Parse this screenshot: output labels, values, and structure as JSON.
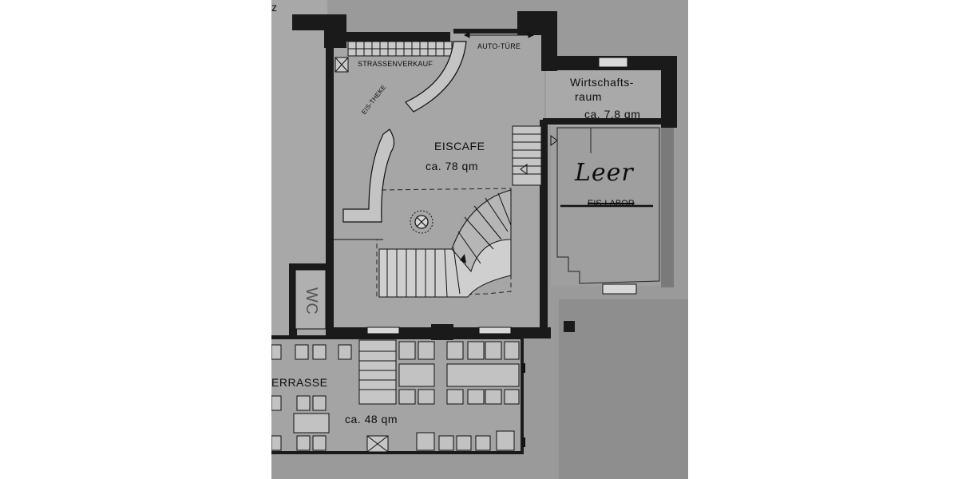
{
  "labels": {
    "corner_fragment": "z",
    "strassenverkauf": "STRASSENVERKAUF",
    "auto_tuere": "AUTO-TÜRE",
    "eis_theke": "EIS-THEKE",
    "eiscafe_name": "EISCAFE",
    "eiscafe_area": "ca. 78 qm",
    "wirtschaftsraum_line1": "Wirtschafts-",
    "wirtschaftsraum_line2": "raum",
    "wirtschaftsraum_area": "ca. 7,8 qm",
    "leer_handwritten": "Leer",
    "eislabor_struck": "EIS-LABOR",
    "wc": "WC",
    "terrasse_name": "ERRASSE",
    "terrasse_area": "ca. 48 qm"
  }
}
